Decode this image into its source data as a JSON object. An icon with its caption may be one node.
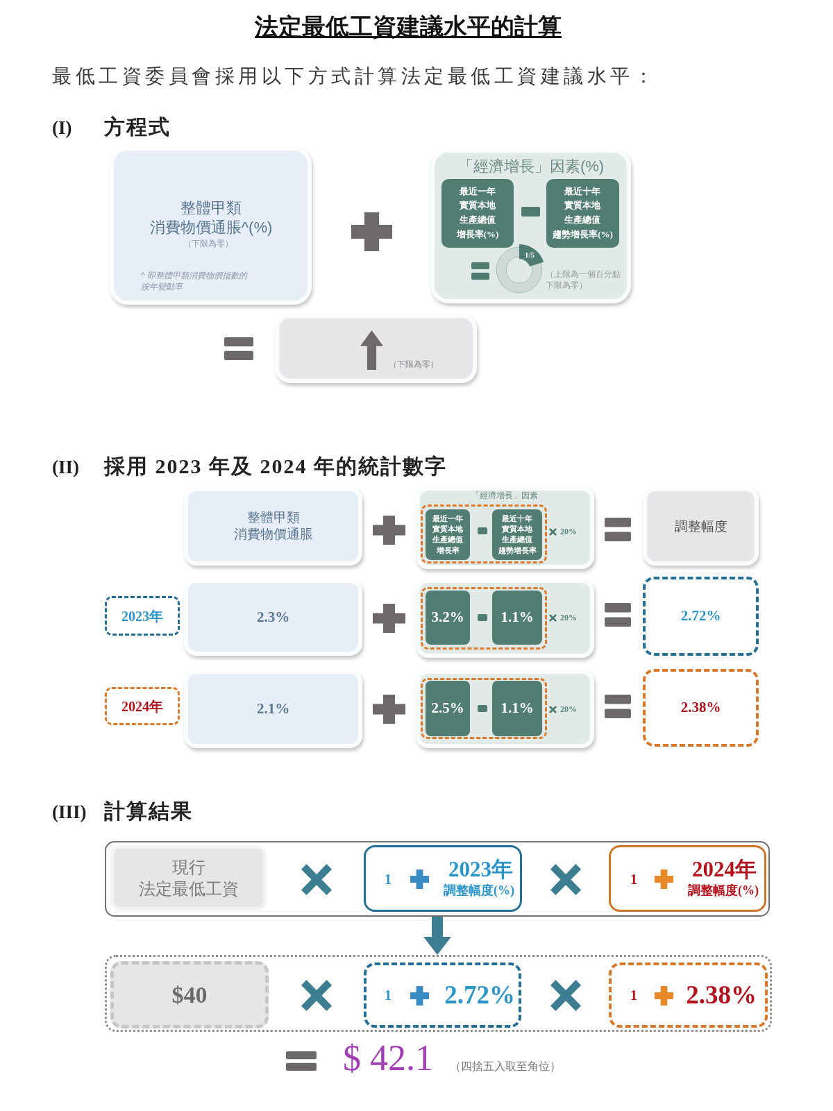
{
  "diagram": {
    "title": "法定最低工資建議水平的計算",
    "nodes": [
      {
        "text": [
          "整體甲類消費物價通脹^(%)",
          "（下限為零）",
          "^ 即整體甲類消費物價指數的按年變動率"
        ]
      },
      {
        "text": [
          "「經濟增長」因素(%)",
          "（上限為一個百分點下限為零）"
        ]
      },
      {
        "text": [
          "最近一年實質本地生產總值增長率(%)"
        ],
        "in": 1
      },
      {
        "text": [
          "最近十年實質本地生產總值趨勢增長率(%)"
        ],
        "in": 1
      },
      {
        "text": [
          "1/5"
        ],
        "in": 1
      },
      {
        "text": [
          "（下限為零）"
        ]
      },
      {
        "text": [
          "整體甲類消費物價通脹"
        ]
      },
      {
        "text": [
          "「經濟增長」因素",
          "20%"
        ]
      },
      {
        "text": [],
        "shape": "box",
        "in": 7
      },
      {
        "text": [
          "最近一年實質本地生產總值增長率"
        ],
        "in": 8
      },
      {
        "text": [
          "最近十年實質本地生產總值趨勢增長率"
        ],
        "in": 8
      },
      {
        "text": [
          "調整幅度"
        ]
      },
      {
        "text": [
          "2023年"
        ]
      },
      {
        "text": [
          "2.3%"
        ]
      },
      {
        "text": [
          "20%"
        ]
      },
      {
        "text": [],
        "shape": "box",
        "in": 14
      },
      {
        "text": [
          "3.2%"
        ],
        "in": 15
      },
      {
        "text": [
          "1.1%"
        ],
        "in": 15
      },
      {
        "text": [
          "2.72%"
        ]
      },
      {
        "text": [
          "2024年"
        ]
      },
      {
        "text": [
          "2.1%"
        ]
      },
      {
        "text": [
          "20%"
        ]
      },
      {
        "text": [],
        "shape": "box",
        "in": 21
      },
      {
        "text": [
          "2.5%"
        ],
        "in": 22
      },
      {
        "text": [
          "1.1%"
        ],
        "in": 22
      },
      {
        "text": [
          "2.38%"
        ]
      },
      {
        "text": [],
        "shape": "box"
      },
      {
        "text": [
          "現行法定最低工資"
        ],
        "in": 26
      },
      {
        "text": [
          "1",
          "2023年",
          "調整幅度(%)"
        ],
        "in": 26
      },
      {
        "text": [
          "1",
          "2024年",
          "調整幅度(%)"
        ],
        "in": 26
      },
      {
        "text": [],
        "shape": "box"
      },
      {
        "text": [
          "$40"
        ],
        "in": 30
      },
      {
        "text": [
          "1",
          "2.72%"
        ],
        "in": 30
      },
      {
        "text": [
          "1",
          "2.38%"
        ],
        "in": 30
      }
    ],
    "edges": [
      {
        "from": 26,
        "to": 30,
        "arrow": "to"
      }
    ],
    "labels": [
      "最低工資委員會採用以下方式計算法定最低工資建議水平：",
      "(I)",
      "方程式",
      "(II)",
      "採用 2023 年及 2024 年的統計數字",
      "(III)",
      "計算結果",
      "$ 42.1",
      "（四捨五入取至角位）"
    ]
  }
}
